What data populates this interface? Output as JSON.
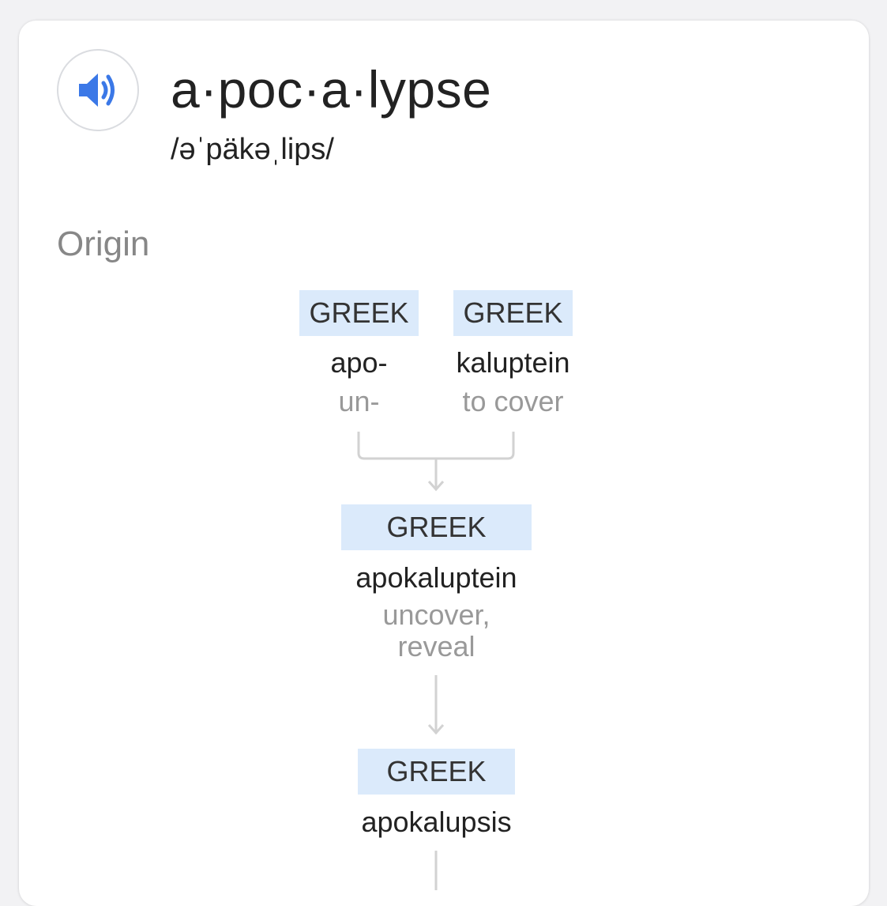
{
  "entry": {
    "headword": "a·poc·a·lypse",
    "pronunciation": "/əˈpäkəˌlips/",
    "speaker_icon": "volume-up-icon",
    "accent_color": "#3b78e7"
  },
  "origin": {
    "label": "Origin",
    "roots": [
      {
        "language": "GREEK",
        "word": "apo-",
        "meaning": "un-"
      },
      {
        "language": "GREEK",
        "word": "kaluptein",
        "meaning": "to cover"
      }
    ],
    "stages": [
      {
        "language": "GREEK",
        "word": "apokaluptein",
        "meaning": "uncover, reveal"
      },
      {
        "language": "GREEK",
        "word": "apokalupsis"
      }
    ],
    "language_box_color": "#dbeafb"
  }
}
